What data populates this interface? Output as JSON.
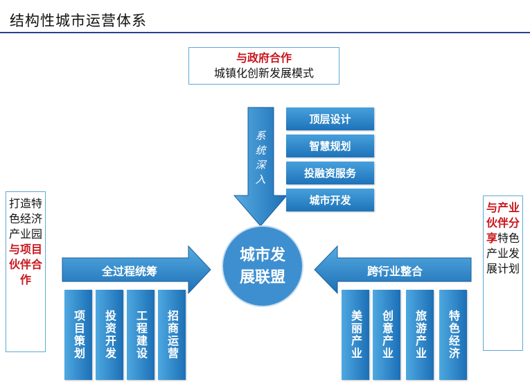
{
  "title": "结构性城市运营体系",
  "top_box": {
    "line1": "与政府合作",
    "line2": "城镇化创新发展模式"
  },
  "vertical_arrow": {
    "label": "系统深入"
  },
  "services": [
    "顶层设计",
    "智慧规划",
    "投融资服务",
    "城市开发"
  ],
  "center": {
    "line1": "城市发",
    "line2": "展联盟"
  },
  "left_arrow": {
    "label": "全过程统筹"
  },
  "right_arrow": {
    "label": "跨行业整合"
  },
  "left_cards": [
    "项目策划",
    "投资开发",
    "工程建设",
    "招商运营"
  ],
  "right_cards": [
    "美丽产业",
    "创意产业",
    "旅游产业",
    "特色经济"
  ],
  "left_box": {
    "black": "打造特色经济产业园",
    "red": "与项目伙伴合作"
  },
  "right_box": {
    "red": "与产业伙伴分享",
    "black": "特色产业发展计划"
  },
  "colors": {
    "accent": "#2f7fc6",
    "highlight": "#c8161d",
    "frame": "#5fa8d3"
  }
}
